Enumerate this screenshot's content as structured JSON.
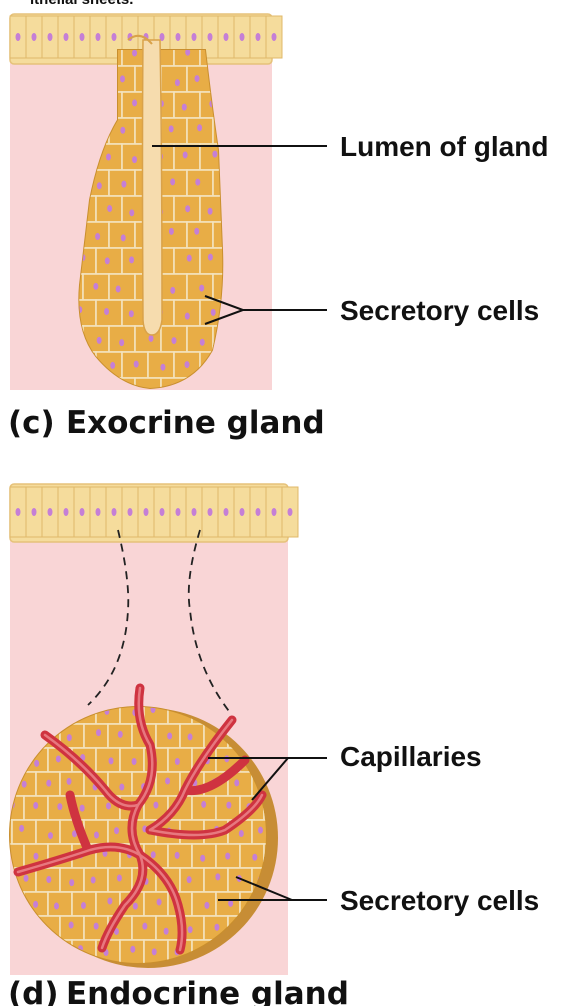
{
  "top_cut_text": "ithelial sheets.",
  "panels": [
    {
      "id": "c",
      "caption_letter": "(c)",
      "caption_text": "Exocrine gland",
      "labels": [
        "Lumen of gland",
        "Secretory cells"
      ]
    },
    {
      "id": "d",
      "caption_letter": "(d)",
      "caption_text": "Endocrine gland",
      "labels": [
        "Capillaries",
        "Secretory cells"
      ]
    }
  ],
  "colors": {
    "tissue_background": "#f9d5d6",
    "cell_fill": "#e8ad46",
    "cell_light": "#f5dc9c",
    "cell_border": "#f3e3bd",
    "nucleus": "#c57fd6",
    "capillary": "#cf3340",
    "capillary_highlight": "#ee8a8f",
    "text": "#111111"
  }
}
